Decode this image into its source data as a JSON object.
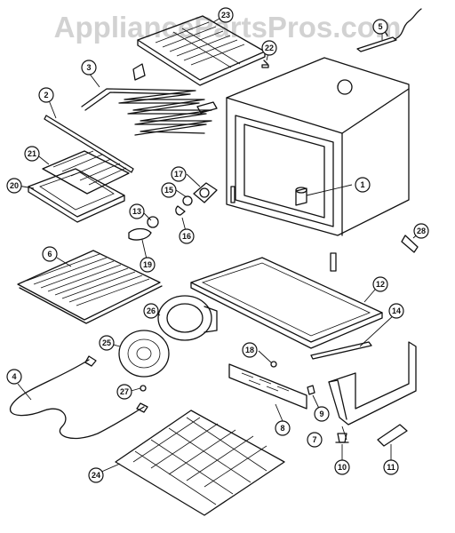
{
  "watermark": "AppliancePartsPros.com",
  "callouts": [
    {
      "id": "c1",
      "label": "1"
    },
    {
      "id": "c2",
      "label": "2"
    },
    {
      "id": "c3",
      "label": "3"
    },
    {
      "id": "c4",
      "label": "4"
    },
    {
      "id": "c6",
      "label": "6"
    },
    {
      "id": "c7",
      "label": "7"
    },
    {
      "id": "c8",
      "label": "8"
    },
    {
      "id": "c9",
      "label": "9"
    },
    {
      "id": "c10",
      "label": "10"
    },
    {
      "id": "c11",
      "label": "11"
    },
    {
      "id": "c12",
      "label": "12"
    },
    {
      "id": "c13",
      "label": "13"
    },
    {
      "id": "c14",
      "label": "14"
    },
    {
      "id": "c15",
      "label": "15"
    },
    {
      "id": "c16",
      "label": "16"
    },
    {
      "id": "c17",
      "label": "17"
    },
    {
      "id": "c18",
      "label": "18"
    },
    {
      "id": "c19",
      "label": "19"
    },
    {
      "id": "c20",
      "label": "20"
    },
    {
      "id": "c21",
      "label": "21"
    },
    {
      "id": "c22",
      "label": "22"
    },
    {
      "id": "c23",
      "label": "23"
    },
    {
      "id": "c24",
      "label": "24"
    },
    {
      "id": "c25",
      "label": "25"
    },
    {
      "id": "c26",
      "label": "26"
    },
    {
      "id": "c27",
      "label": "27"
    },
    {
      "id": "c28",
      "label": "28"
    },
    {
      "id": "c5",
      "label": "5"
    }
  ]
}
